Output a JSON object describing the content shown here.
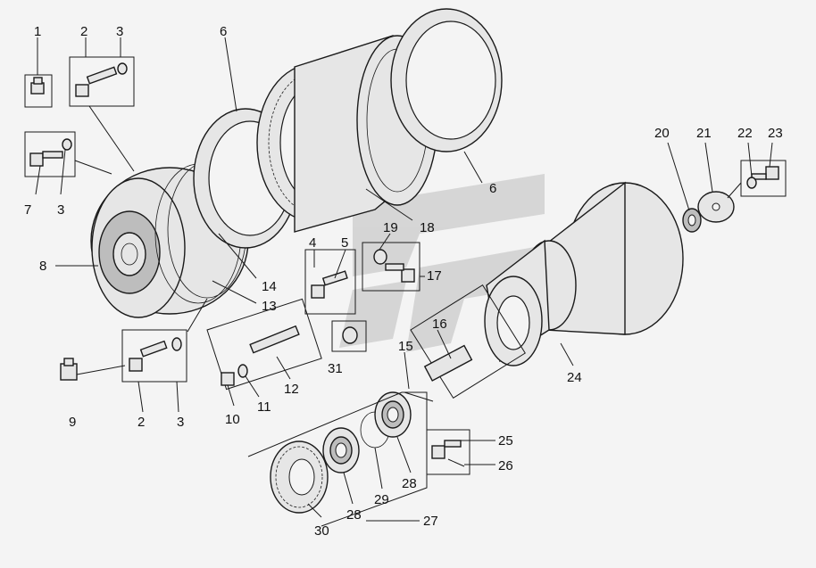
{
  "labels": {
    "l1": "1",
    "l2a": "2",
    "l3a": "3",
    "l6a": "6",
    "l7": "7",
    "l3b": "3",
    "l8": "8",
    "l4": "4",
    "l5": "5",
    "l19": "19",
    "l17": "17",
    "l18": "18",
    "l6b": "6",
    "l14": "14",
    "l13": "13",
    "l31": "31",
    "l9": "9",
    "l2b": "2",
    "l3c": "3",
    "l10": "10",
    "l11": "11",
    "l12": "12",
    "l15": "15",
    "l16": "16",
    "l20": "20",
    "l21": "21",
    "l22": "22",
    "l23": "23",
    "l24": "24",
    "l25": "25",
    "l26": "26",
    "l27": "27",
    "l28a": "28",
    "l28b": "28",
    "l29": "29",
    "l30": "30"
  },
  "colors": {
    "watermark": "#c9c9c9",
    "line": "#1a1a1a",
    "fill": "#e6e6e6"
  }
}
